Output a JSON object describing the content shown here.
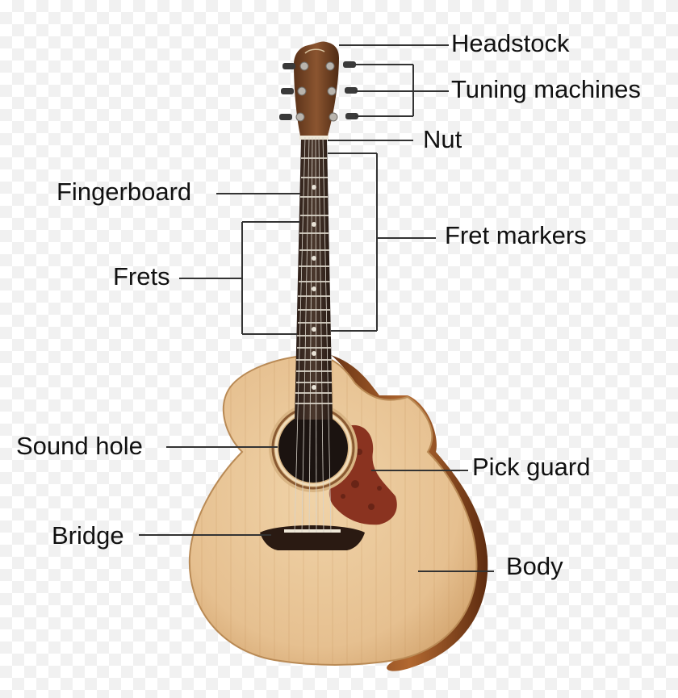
{
  "labels": {
    "headstock": "Headstock",
    "tuning_machines": "Tuning machines",
    "nut": "Nut",
    "fingerboard": "Fingerboard",
    "fret_markers": "Fret markers",
    "frets": "Frets",
    "sound_hole": "Sound hole",
    "pick_guard": "Pick guard",
    "bridge": "Bridge",
    "body": "Body"
  },
  "colors": {
    "spruce_top": "#e9c99b",
    "mahogany_side": "#a95f2d",
    "rosewood": "#3a2a22",
    "tortoise": "#8a3320",
    "leader_line": "#333333"
  }
}
